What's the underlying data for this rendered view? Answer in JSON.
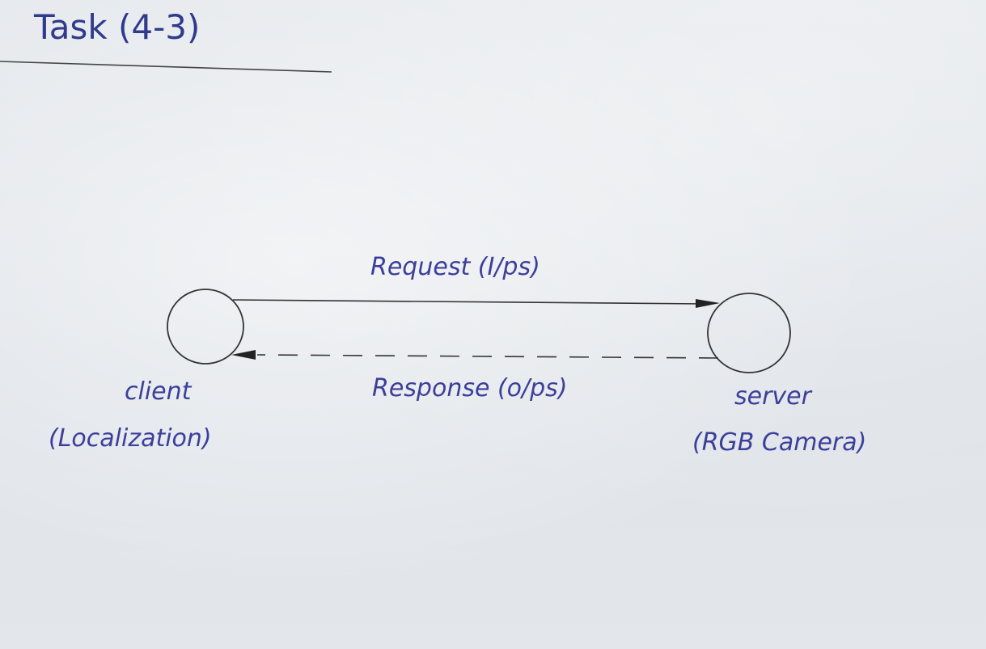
{
  "title": "Task (4-3)",
  "edges": {
    "request_label": "Request (I/ps)",
    "response_label": "Response (o/ps)"
  },
  "client": {
    "name": "client",
    "role": "(Localization)"
  },
  "server": {
    "name": "server",
    "role": "(RGB Camera)"
  },
  "colors": {
    "ink_blue": "#3b3f9a",
    "pencil_gray": "#3a3a3a",
    "paper": "#e4e8ec"
  }
}
